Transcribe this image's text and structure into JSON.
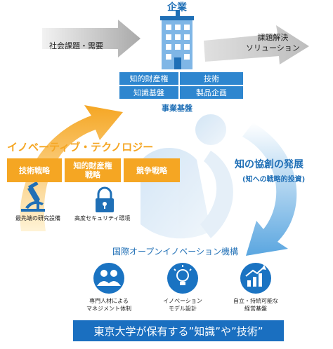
{
  "enterprise": {
    "title": "企業",
    "left_input": "社会課題・需要",
    "right_output": "課題解決\nソリューション"
  },
  "business_base": {
    "cells": [
      "知的財産権",
      "技術",
      "知識基盤",
      "製品企画"
    ],
    "caption": "事業基盤"
  },
  "innovative_technology": {
    "title": "イノベーティブ・テクノロジー",
    "cells": [
      "技術戦略",
      "知的財産権\n戦略",
      "競争戦略"
    ]
  },
  "facilities": {
    "research": "最先端の研究設備",
    "security": "高度セキュリティ環境"
  },
  "development": {
    "title": "知の協創の発展",
    "subtitle": "(知への戦略的投資)"
  },
  "institute": {
    "title": "国際オープンイノベーション機構",
    "items": [
      {
        "label": "専門人材による\nマネジメント体制",
        "icon": "people-icon"
      },
      {
        "label": "イノベーション\nモデル設計",
        "icon": "lightbulb-icon"
      },
      {
        "label": "自立・持続可能な\n経営基盤",
        "icon": "growth-chart-icon"
      }
    ]
  },
  "footer": {
    "text": "東京大学が保有する”知識”や”技術”"
  },
  "colors": {
    "blue": "#1f6fb6",
    "cell_blue": "#2e86cf",
    "orange": "#f5a623",
    "footer_bg": "#1a6fc0"
  }
}
